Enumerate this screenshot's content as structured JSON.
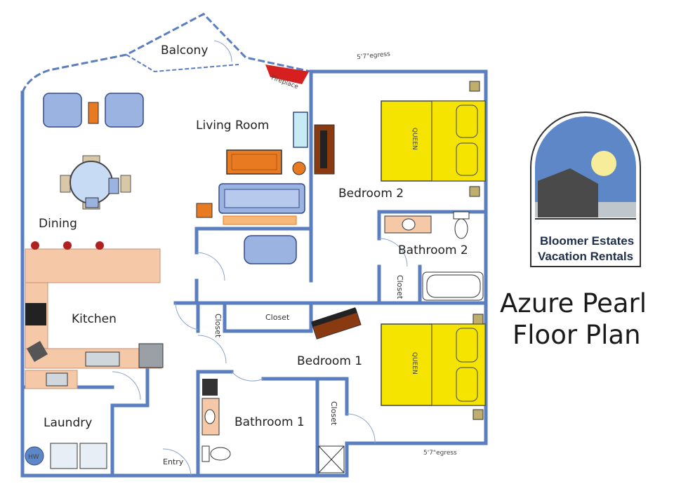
{
  "title": {
    "line1": "Azure Pearl",
    "line2": "Floor Plan"
  },
  "brand": {
    "line1": "Bloomer Estates",
    "line2": "Vacation Rentals"
  },
  "rooms": {
    "balcony": "Balcony",
    "living_room": "Living Room",
    "fireplace": "Fireplace",
    "dining": "Dining",
    "kitchen": "Kitchen",
    "laundry": "Laundry",
    "entry": "Entry",
    "bedroom2": "Bedroom 2",
    "bathroom2": "Bathroom 2",
    "bedroom1": "Bedroom 1",
    "bathroom1": "Bathroom 1",
    "closet_hall": "Closet",
    "closet_left": "Closet",
    "closet_bath2": "Closet",
    "closet_bed1": "Closet"
  },
  "fixtures": {
    "bed_top": "QUEEN",
    "bed_bottom": "QUEEN",
    "water_heater": "HW"
  },
  "notes": {
    "egress_top": "5'7\"egress",
    "egress_bottom": "5'7\"egress"
  },
  "colors": {
    "wall": "#5a7ec0",
    "bed": "#f5e400",
    "counter": "#f5c8a8",
    "sofa": "#9bb3e0",
    "table": "#e87a22",
    "tv": "#8a3a10",
    "fireplace": "#d62020",
    "sky": "#5e87c7",
    "sun": "#f7ec9a",
    "ground": "#bfc7cc"
  }
}
